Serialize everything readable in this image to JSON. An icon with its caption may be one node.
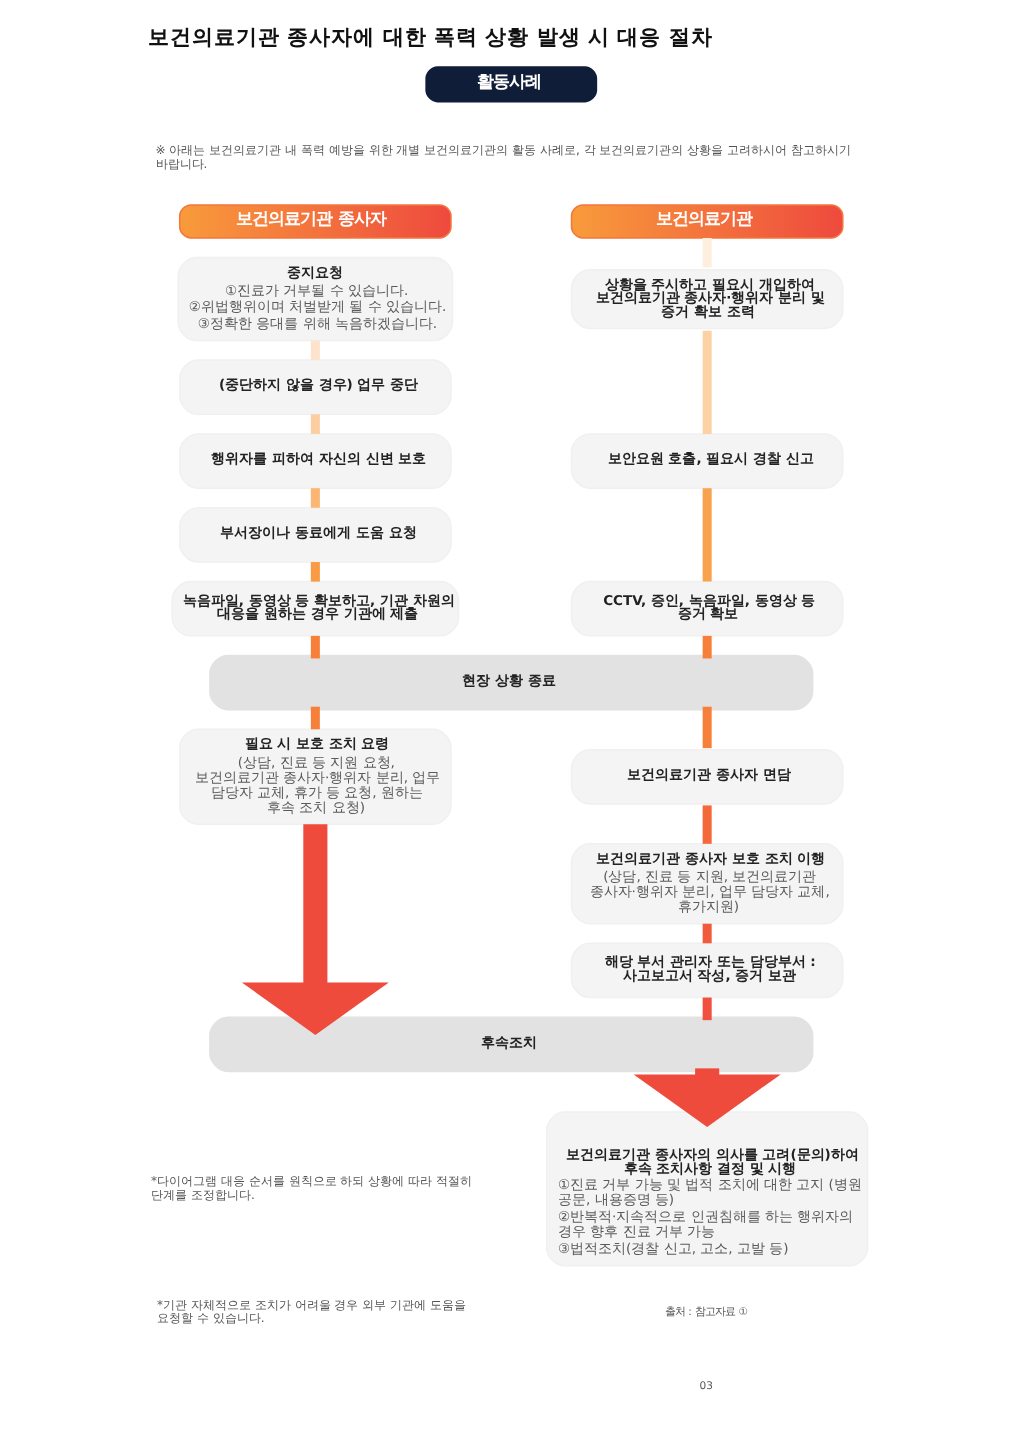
{
  "diagram": {
    "title": "보건의료기관 종사자에 대한 폭력 상황 발생 시 대응 절차",
    "nodes": [
      {
        "text": [
          "보건의료기관 종사자"
        ]
      },
      {
        "text": [
          "보건의료기관"
        ]
      },
      {
        "text": [
          "중지요청",
          "①진료가 거부될 수 있습니다.",
          "②위법행위이며 처벌받게 될 수 있습니다.",
          "③정확한 응대를 위해 녹음하겠습니다."
        ]
      },
      {
        "text": [
          "(중단하지 않을 경우) 업무 중단"
        ]
      },
      {
        "text": [
          "행위자를 피하여 자신의 신변 보호"
        ]
      },
      {
        "text": [
          "부서장이나 동료에게 도움 요청"
        ]
      },
      {
        "text": [
          "녹음파일, 동영상 등 확보하고, 기관 차원의 대응을 원하는 경우 기관에 제출"
        ]
      },
      {
        "text": [
          "상황을 주시하고 필요시 개입하여 보건의료기관 종사자·행위자 분리 및 증거 확보 조력"
        ]
      },
      {
        "text": [
          "보안요원 호출, 필요시 경찰 신고"
        ]
      },
      {
        "text": [
          "CCTV, 증인, 녹음파일, 동영상 등 증거 확보"
        ]
      },
      {
        "text": [
          "현장 상황 종료"
        ]
      },
      {
        "text": [
          "필요 시 보호 조치 요령",
          "(상담, 진료 등 지원 요청, 보건의료기관 종사자·행위자 분리, 업무 담당자 교체, 휴가 등 요청, 원하는 후속 조치 요청)"
        ]
      },
      {
        "text": [
          "보건의료기관 종사자 면담"
        ]
      },
      {
        "text": [
          "보건의료기관 종사자 보호 조치 이행",
          "(상담, 진료 등 지원, 보건의료기관 종사자·행위자 분리, 업무 담당자 교체, 휴가지원)"
        ]
      },
      {
        "text": [
          "해당 부서 관리자 또는 담당부서 : 사고보고서 작성, 증거 보관"
        ]
      },
      {
        "text": [
          "후속조치"
        ]
      },
      {
        "text": [
          "보건의료기관 종사자의 의사를 고려(문의)하여 후속 조치사항 결정 및 시행",
          "①진료 거부 가능 및 법적 조치에 대한 고지 (병원 공문, 내용증명 등)",
          "②반복적·지속적으로 인권침해를 하는 행위자의 경우 향후 진료 거부 가능",
          "③법적조치(경찰 신고, 고소, 고발 등)"
        ]
      }
    ],
    "edges": [
      {
        "from": 2,
        "to": 3,
        "arrow": "none",
        "color": "#fde3cc"
      },
      {
        "from": 3,
        "to": 4,
        "arrow": "none",
        "color": "#fccd9f"
      },
      {
        "from": 4,
        "to": 5,
        "arrow": "none",
        "color": "#fbb673"
      },
      {
        "from": 5,
        "to": 6,
        "arrow": "none",
        "color": "#f99a45"
      },
      {
        "from": 6,
        "to": 10,
        "arrow": "none",
        "color": "#f6803a"
      },
      {
        "from": 1,
        "to": 7,
        "arrow": "none",
        "color": "#fdeedd"
      },
      {
        "from": 7,
        "to": 8,
        "arrow": "none",
        "color": "#fcd2a5"
      },
      {
        "from": 8,
        "to": 9,
        "arrow": "none",
        "color": "#f8a24d"
      },
      {
        "from": 9,
        "to": 10,
        "arrow": "none",
        "color": "#f6803a"
      },
      {
        "from": 10,
        "to": 11,
        "arrow": "none",
        "color": "#f6803a"
      },
      {
        "from": 10,
        "to": 12,
        "arrow": "none",
        "color": "#f6803a"
      },
      {
        "from": 12,
        "to": 13,
        "arrow": "none",
        "color": "#f4683a"
      },
      {
        "from": 13,
        "to": 14,
        "arrow": "none",
        "color": "#f25a3c"
      },
      {
        "from": 11,
        "to": 15,
        "arrow": "to",
        "style": "thick",
        "color": "#ef4b3d"
      },
      {
        "from": 14,
        "to": 15,
        "arrow": "none",
        "color": "#f0503d"
      },
      {
        "from": 15,
        "to": 16,
        "arrow": "to",
        "style": "thick",
        "color": "#ef4b3d"
      }
    ],
    "labels": [
      "활동사례",
      "※ 아래는 보건의료기관 내 폭력 예방을 위한 개별 보건의료기관의 활동 사례로, 각 보건의료기관의 상황을 고려하시어 참고하시기 바랍니다.",
      "*다이어그램 대응 순서를 원칙으로 하되 상황에 따라 적절히 단계를 조정합니다.",
      "*기관 자체적으로 조치가 어려울 경우 외부 기관에 도움을 요청할 수 있습니다.",
      "출처 : 참고자료 ①",
      "03"
    ]
  }
}
